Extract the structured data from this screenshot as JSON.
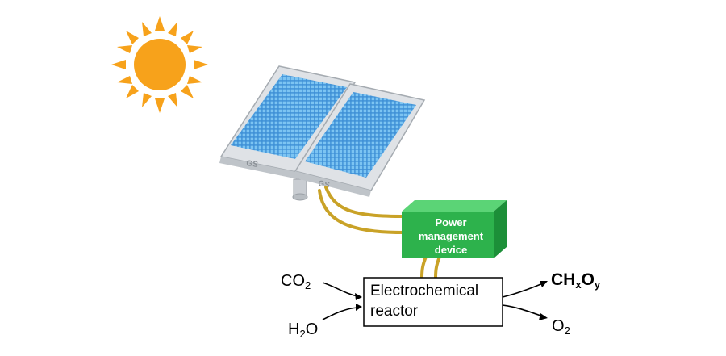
{
  "inputs": [
    {
      "main": "CO",
      "sub": "2",
      "tail": ""
    },
    {
      "main": "H",
      "sub": "2",
      "tail": "O"
    }
  ],
  "outputs": [
    {
      "parts": [
        "CH",
        "x",
        "O",
        "y"
      ]
    },
    {
      "main": "O",
      "sub": "2"
    }
  ],
  "power_device": {
    "line1": "Power",
    "line2": "management",
    "line3": "device"
  },
  "reactor": {
    "line1": "Electrochemical",
    "line2": "reactor"
  },
  "panel_brand": "GS",
  "colors": {
    "sun": "#f7a21b",
    "panel_cell": "#4aa3df",
    "device_green": "#2db24c",
    "cable": "#c9a227"
  }
}
